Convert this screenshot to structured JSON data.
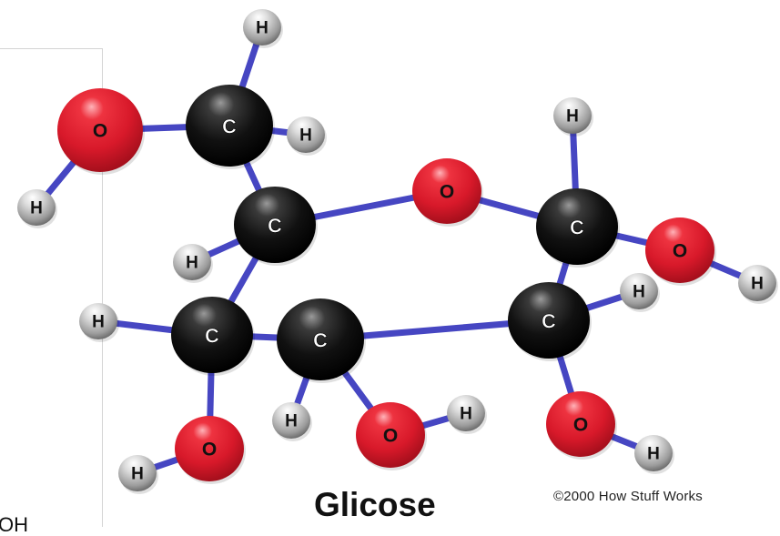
{
  "title": "Glicose",
  "copyright": "©2000 How Stuff Works",
  "cut_text": "OH",
  "colors": {
    "bond": "#4646c2",
    "carbon": "#111111",
    "oxygen": "#d8192a",
    "hydrogen": "#c8c8c8",
    "background": "#ffffff"
  },
  "atoms": [
    {
      "id": "c6",
      "element": "C",
      "label": "C"
    },
    {
      "id": "h6a",
      "element": "H",
      "label": "H"
    },
    {
      "id": "h6b",
      "element": "H",
      "label": "H"
    },
    {
      "id": "o6",
      "element": "O",
      "label": "O"
    },
    {
      "id": "h-o6",
      "element": "H",
      "label": "H"
    },
    {
      "id": "c5",
      "element": "C",
      "label": "C"
    },
    {
      "id": "h5",
      "element": "H",
      "label": "H"
    },
    {
      "id": "o-ring",
      "element": "O",
      "label": "O"
    },
    {
      "id": "c1",
      "element": "C",
      "label": "C"
    },
    {
      "id": "h1",
      "element": "H",
      "label": "H"
    },
    {
      "id": "o1",
      "element": "O",
      "label": "O"
    },
    {
      "id": "h-o1",
      "element": "H",
      "label": "H"
    },
    {
      "id": "c4",
      "element": "C",
      "label": "C"
    },
    {
      "id": "h4",
      "element": "H",
      "label": "H"
    },
    {
      "id": "o4",
      "element": "O",
      "label": "O"
    },
    {
      "id": "h-o4",
      "element": "H",
      "label": "H"
    },
    {
      "id": "c3",
      "element": "C",
      "label": "C"
    },
    {
      "id": "h3",
      "element": "H",
      "label": "H"
    },
    {
      "id": "o3",
      "element": "O",
      "label": "O"
    },
    {
      "id": "h-o3",
      "element": "H",
      "label": "H"
    },
    {
      "id": "c2",
      "element": "C",
      "label": "C"
    },
    {
      "id": "h2",
      "element": "H",
      "label": "H"
    },
    {
      "id": "o2",
      "element": "O",
      "label": "O"
    },
    {
      "id": "h-o2",
      "element": "H",
      "label": "H"
    }
  ],
  "bonds": [
    [
      "c6",
      "h6a"
    ],
    [
      "c6",
      "h6b"
    ],
    [
      "c6",
      "o6"
    ],
    [
      "o6",
      "h-o6"
    ],
    [
      "c6",
      "c5"
    ],
    [
      "c5",
      "h5"
    ],
    [
      "c5",
      "o-ring"
    ],
    [
      "o-ring",
      "c1"
    ],
    [
      "c1",
      "h1"
    ],
    [
      "c1",
      "o1"
    ],
    [
      "o1",
      "h-o1"
    ],
    [
      "c1",
      "c2"
    ],
    [
      "c5",
      "c4"
    ],
    [
      "c4",
      "h4"
    ],
    [
      "c4",
      "o4"
    ],
    [
      "o4",
      "h-o4"
    ],
    [
      "c4",
      "c3"
    ],
    [
      "c3",
      "h3"
    ],
    [
      "c3",
      "o3"
    ],
    [
      "o3",
      "h-o3"
    ],
    [
      "c3",
      "c2"
    ],
    [
      "c2",
      "h2"
    ],
    [
      "c2",
      "o2"
    ],
    [
      "o2",
      "h-o2"
    ]
  ]
}
